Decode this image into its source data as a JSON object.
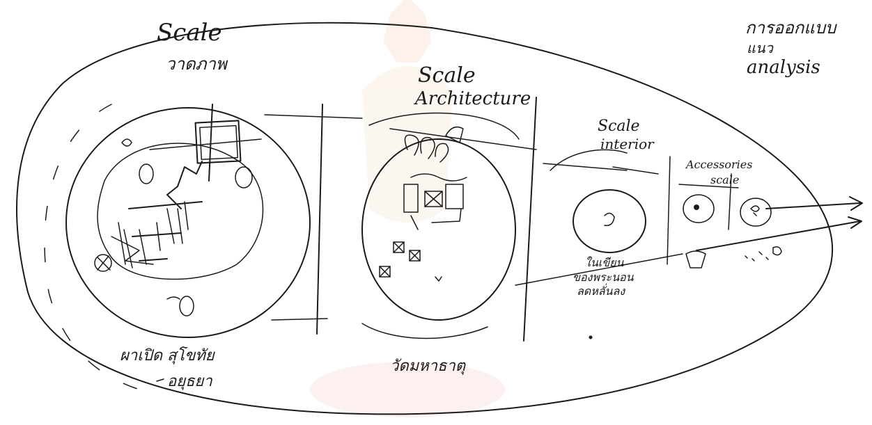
{
  "labels": {
    "scale_top_left_1": "Scale",
    "scale_top_left_2": "วาดภาพ",
    "scale_architecture_1": "Scale",
    "scale_architecture_2": "Architecture",
    "scale_interior_1": "Scale",
    "scale_interior_2": "interior",
    "accessories_1": "Accessories",
    "accessories_2": "scale",
    "analysis_1": "การออกแบบ",
    "analysis_2": "แนว",
    "analysis_3": "analysis",
    "bottom_left_1": "ผาเปิด สุโขทัย",
    "bottom_left_2": "อยุธยา",
    "bottom_middle": "วัดมหาธาตุ",
    "interior_note_1": "ในเขียน",
    "interior_note_2": "ของพระนอน",
    "interior_note_3": "ลดหลั่นลง"
  },
  "colors": {
    "ink": "#1a1a1a",
    "watermark": "#f0c8c0"
  }
}
